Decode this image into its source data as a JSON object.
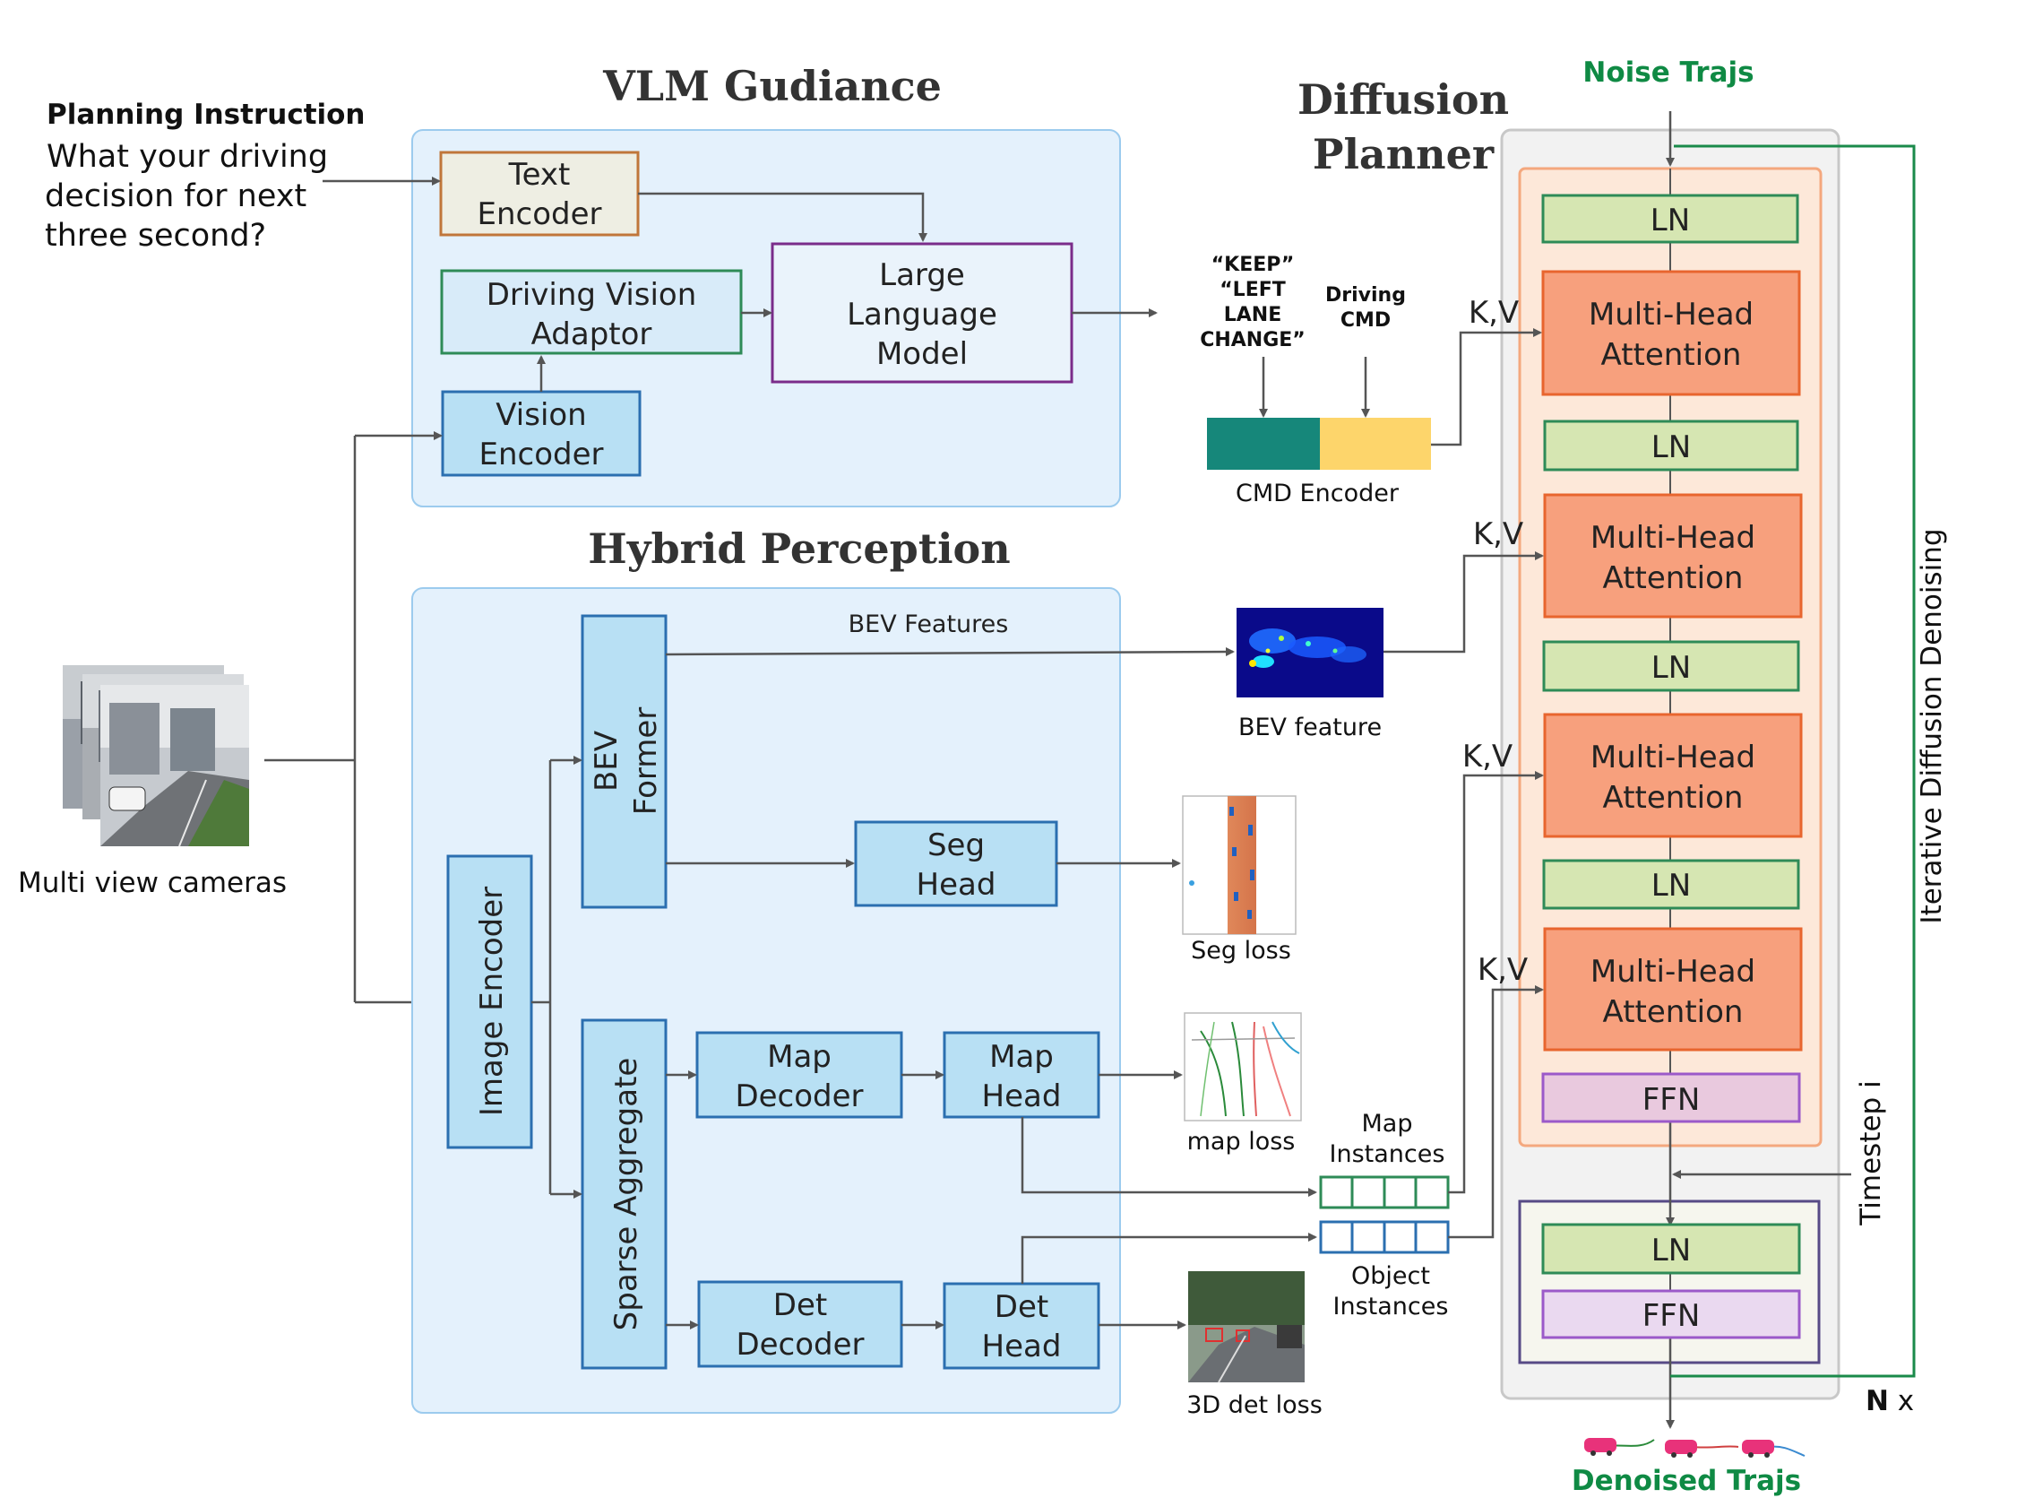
{
  "planning": {
    "heading": "Planning Instruction",
    "line1": "What your driving",
    "line2": "decision for next",
    "line3": "three second?"
  },
  "cameras": {
    "label": "Multi view cameras"
  },
  "vlm": {
    "title": "VLM Gudiance",
    "text_encoder": [
      "Text",
      "Encoder"
    ],
    "driving_adaptor": [
      "Driving Vision",
      "Adaptor"
    ],
    "llm": [
      "Large",
      "Language",
      "Model"
    ],
    "vision_encoder": [
      "Vision",
      "Encoder"
    ]
  },
  "cmd": {
    "keep": [
      "“KEEP”",
      "“LEFT",
      "LANE",
      "CHANGE”"
    ],
    "driving_cmd": [
      "Driving",
      "CMD"
    ],
    "encoder_label": "CMD Encoder"
  },
  "hybrid": {
    "title": "Hybrid Perception",
    "image_encoder": "Image Encoder",
    "bev_former": [
      "BEV",
      "Former"
    ],
    "bev_features_label": "BEV Features",
    "seg_head": [
      "Seg",
      "Head"
    ],
    "sparse_aggregate": "Sparse Aggregate",
    "map_decoder": [
      "Map",
      "Decoder"
    ],
    "map_head": [
      "Map",
      "Head"
    ],
    "det_decoder": [
      "Det",
      "Decoder"
    ],
    "det_head": [
      "Det",
      "Head"
    ]
  },
  "outputs": {
    "bev_feature": "BEV feature",
    "seg_loss": "Seg loss",
    "map_loss": "map loss",
    "det_loss": "3D det loss",
    "map_instances": [
      "Map",
      "Instances"
    ],
    "object_instances": [
      "Object",
      "Instances"
    ]
  },
  "diffusion": {
    "title": [
      "Diffusion",
      "Planner"
    ],
    "noise_trajs": "Noise Trajs",
    "denoised_trajs": "Denoised Trajs",
    "ln": "LN",
    "mha": [
      "Multi-Head",
      "Attention"
    ],
    "ffn": "FFN",
    "kv": "K,V",
    "timestep": "Timestep i",
    "iterative": "Iterative Diffusion Denoising",
    "nx_bold": "N",
    "nx_rest": " x"
  },
  "colors": {
    "panel_fill": "#e4f1fc",
    "panel_stroke": "#9ccbee",
    "block_fill": "#b8e0f4",
    "block_stroke": "#2b6fb0",
    "text_enc_fill": "#eeeee3",
    "text_enc_stroke": "#c0763a",
    "adaptor_fill": "#d8ebf9",
    "adaptor_stroke": "#2e8b57",
    "llm_fill": "#eaf3fb",
    "llm_stroke": "#7a2c8a",
    "ln_fill": "#d6e6b2",
    "ln_stroke": "#2e8b57",
    "mha_fill": "#f7a07d",
    "mha_stroke": "#e8652e",
    "ffn_fill": "#e9c9de",
    "ffn_stroke": "#9b59c9",
    "cmd_teal": "#16877a",
    "cmd_yellow": "#fdd56b",
    "green_text": "#0f8a44",
    "loop_green": "#1a8a4a",
    "outer_fill": "#f2f2f2",
    "inner_fill": "#fde8d9",
    "inner_stroke": "#f4a87e",
    "final_fill": "#f6f6ee",
    "final_stroke": "#574a86",
    "arrow": "#555555"
  }
}
